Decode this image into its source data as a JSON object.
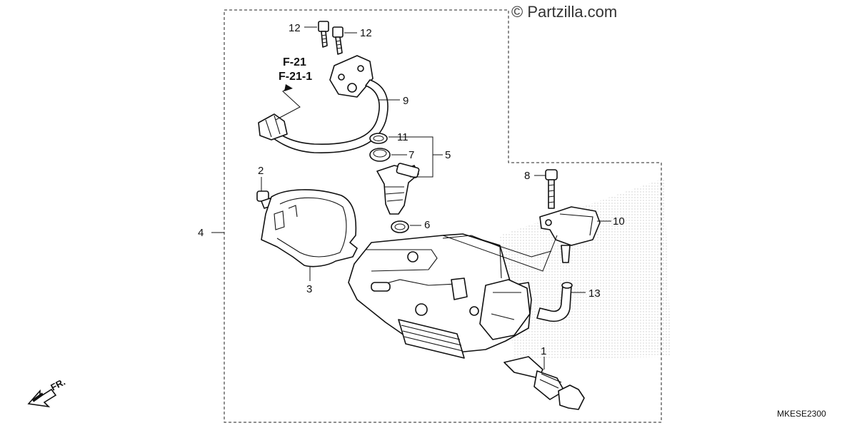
{
  "watermark": "© Partzilla.com",
  "diagram_code": "MKESE2300",
  "front_indicator": "FR.",
  "reference_labels": [
    "F-21",
    "F-21-1"
  ],
  "callouts": [
    {
      "id": "1",
      "text": "1"
    },
    {
      "id": "2",
      "text": "2"
    },
    {
      "id": "3",
      "text": "3"
    },
    {
      "id": "4",
      "text": "4"
    },
    {
      "id": "5",
      "text": "5"
    },
    {
      "id": "6",
      "text": "6"
    },
    {
      "id": "7",
      "text": "7"
    },
    {
      "id": "8",
      "text": "8"
    },
    {
      "id": "9",
      "text": "9"
    },
    {
      "id": "10",
      "text": "10"
    },
    {
      "id": "11",
      "text": "11"
    },
    {
      "id": "12a",
      "text": "12"
    },
    {
      "id": "12b",
      "text": "12"
    },
    {
      "id": "13",
      "text": "13"
    }
  ]
}
